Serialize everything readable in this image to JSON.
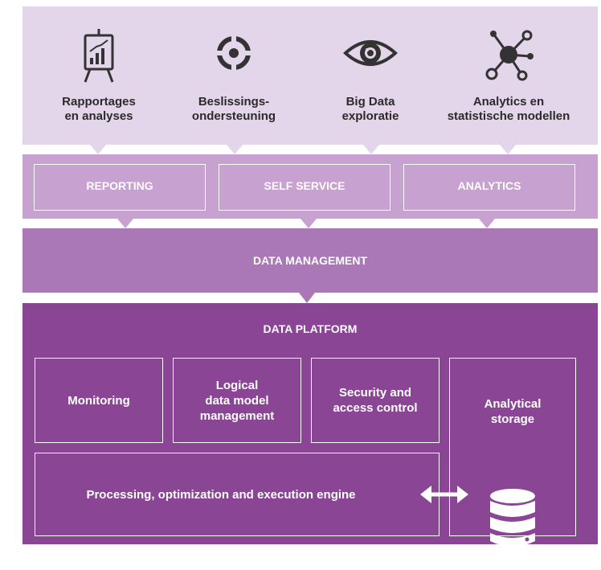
{
  "use_cases": [
    {
      "label": "Rapportages\nen analyses",
      "icon": "presentation-chart-icon"
    },
    {
      "label": "Beslissings-\nondersteuning",
      "icon": "target-icon"
    },
    {
      "label": "Big Data\nexploratie",
      "icon": "eye-icon"
    },
    {
      "label": "Analytics en\nstatistische modellen",
      "icon": "network-icon"
    }
  ],
  "tools": [
    "REPORTING",
    "SELF SERVICE",
    "ANALYTICS"
  ],
  "data_management": "DATA MANAGEMENT",
  "data_platform": {
    "title": "DATA PLATFORM",
    "monitoring": "Monitoring",
    "logical_model": "Logical\ndata model\nmanagement",
    "security": "Security and\naccess control",
    "storage": "Analytical\nstorage",
    "processing": "Processing, optimization and execution engine"
  },
  "colors": {
    "top_band": "#e3d5ea",
    "tools_band": "#c7a2d0",
    "data_management": "#aa77b7",
    "data_platform": "#8a4594",
    "icon": "#333333"
  }
}
